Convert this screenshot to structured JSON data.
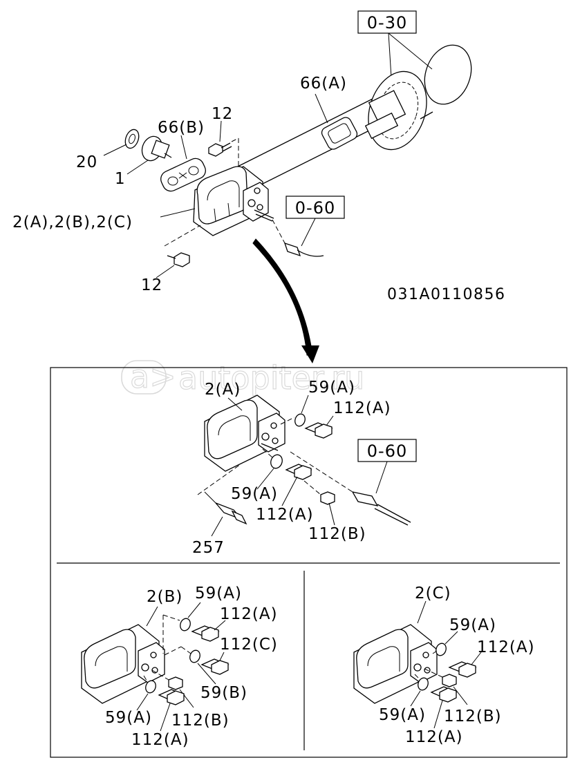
{
  "drawing_code": "031A0110856",
  "watermark": "autopiter.ru",
  "top": {
    "ref_0_30": "0-30",
    "ref_0_60": "0-60",
    "l_66A": "66(A)",
    "l_66B": "66(B)",
    "l_12_top": "12",
    "l_20": "20",
    "l_1": "1",
    "l_2abc": "2(A),2(B),2(C)",
    "l_12_bottom": "12"
  },
  "detail_a": {
    "l_2A": "2(A)",
    "l_59A_top": "59(A)",
    "l_112A_top": "112(A)",
    "ref_0_60": "0-60",
    "l_59A_mid": "59(A)",
    "l_112A_mid": "112(A)",
    "l_112B": "112(B)",
    "l_257": "257"
  },
  "detail_b": {
    "l_2B": "2(B)",
    "l_59A_top": "59(A)",
    "l_112A_top": "112(A)",
    "l_112C": "112(C)",
    "l_59B": "59(B)",
    "l_59A_bot": "59(A)",
    "l_112B": "112(B)",
    "l_112A_bot": "112(A)"
  },
  "detail_c": {
    "l_2C": "2(C)",
    "l_59A_top": "59(A)",
    "l_112A_top": "112(A)",
    "l_59A_bot": "59(A)",
    "l_112B": "112(B)",
    "l_112A_bot": "112(A)"
  }
}
